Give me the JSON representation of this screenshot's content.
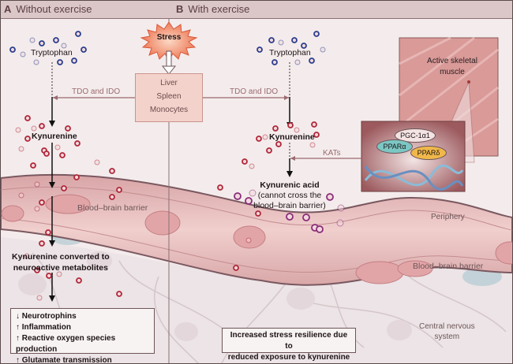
{
  "panels": {
    "a": {
      "letter": "A",
      "title": "Without exercise"
    },
    "b": {
      "letter": "B",
      "title": "With exercise"
    }
  },
  "stress": {
    "label": "Stress"
  },
  "organs": {
    "lines": [
      "Liver",
      "Spleen",
      "Monocytes"
    ]
  },
  "panel_a": {
    "tryptophan": "Tryptophan",
    "enzyme": "TDO and IDO",
    "kynurenine": "Kynurenine",
    "bbb_label": "Blood–brain barrier",
    "converted_line1": "Kynurenine converted to",
    "converted_line2": "neuroactive metabolites",
    "effects": [
      {
        "arrow": "↓",
        "text": "Neurotrophins"
      },
      {
        "arrow": "↑",
        "text": "Inflammation"
      },
      {
        "arrow": "↑",
        "text": "Reactive oxygen species production"
      },
      {
        "arrow": "↑",
        "text": "Glutamate transmission"
      }
    ]
  },
  "panel_b": {
    "tryptophan": "Tryptophan",
    "enzyme": "TDO and IDO",
    "kynurenine": "Kynurenine",
    "kats": "KATs",
    "kyn_acid": "Kynurenic acid",
    "kyn_acid_note1": "(cannot cross the",
    "kyn_acid_note2": "blood–brain barrier)",
    "muscle_line1": "Active skeletal",
    "muscle_line2": "muscle",
    "pgc": "PGC-1α1",
    "ppar_a": "PPARα",
    "ppar_d": "PPARδ",
    "periphery": "Periphery",
    "bbb_label": "Blood–brain barrier",
    "cns_line1": "Central nervous",
    "cns_line2": "system",
    "result_line1": "Increased stress resilience due to",
    "result_line2": "reduced exposure to kynurenine"
  },
  "colors": {
    "tryptophan_dot": "#2b3f8f",
    "kynurenine_dot": "#b0283a",
    "kynurenic_acid_dot": "#8a2c7a",
    "header_bg": "#dcc7c8",
    "vessel": "#e3b9b9"
  }
}
